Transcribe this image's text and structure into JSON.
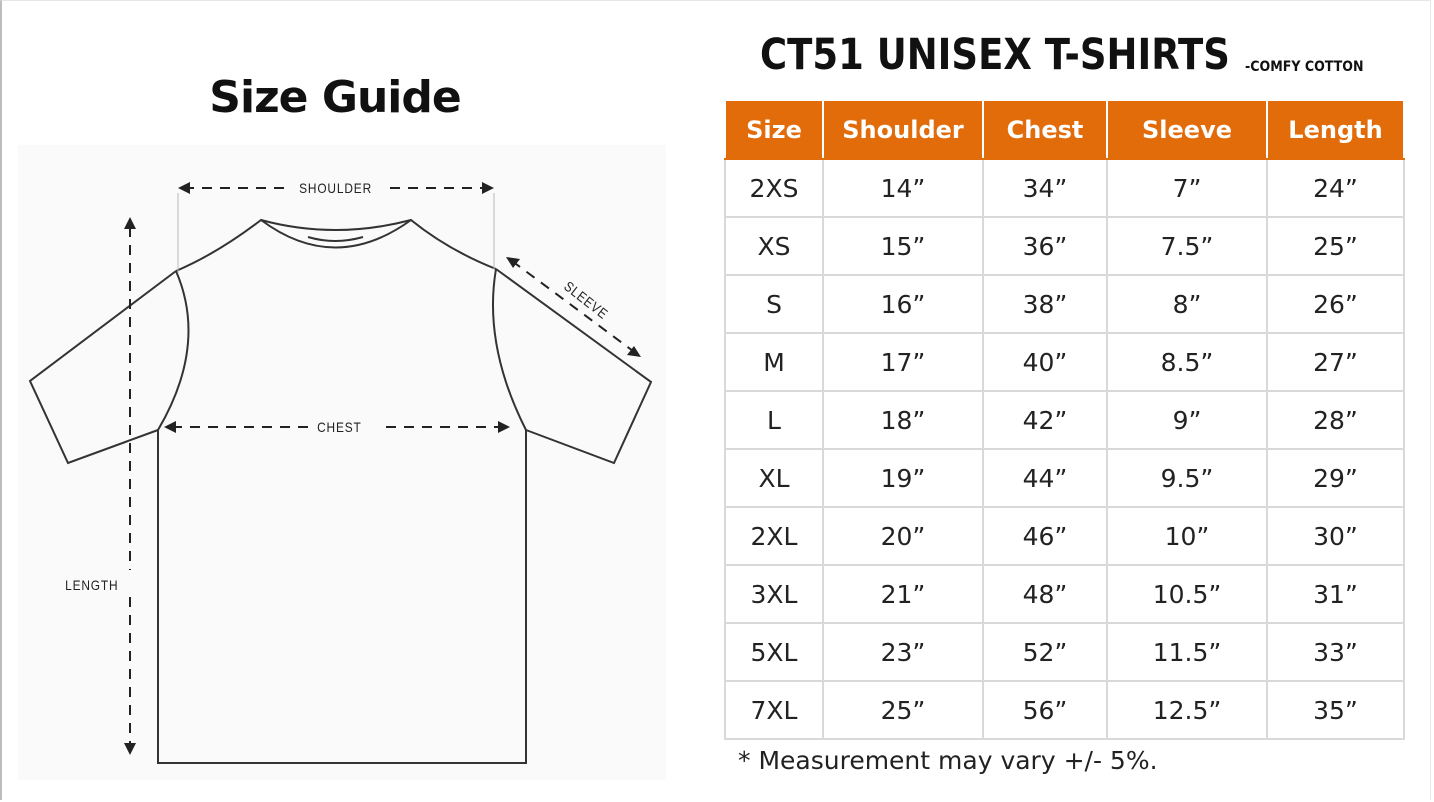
{
  "left": {
    "title": "Size Guide",
    "labels": {
      "shoulder": "SHOULDER",
      "sleeve": "SLEEVE",
      "chest": "CHEST",
      "length": "LENGTH"
    }
  },
  "product": {
    "title": "CT51 UNISEX T-SHIRTS",
    "subtitle": "-COMFY COTTON"
  },
  "table": {
    "headers": [
      "Size",
      "Shoulder",
      "Chest",
      "Sleeve",
      "Length"
    ],
    "rows": [
      [
        "2XS",
        "14”",
        "34”",
        "7”",
        "24”"
      ],
      [
        "XS",
        "15”",
        "36”",
        "7.5”",
        "25”"
      ],
      [
        "S",
        "16”",
        "38”",
        "8”",
        "26”"
      ],
      [
        "M",
        "17”",
        "40”",
        "8.5”",
        "27”"
      ],
      [
        "L",
        "18”",
        "42”",
        "9”",
        "28”"
      ],
      [
        "XL",
        "19”",
        "44”",
        "9.5”",
        "29”"
      ],
      [
        "2XL",
        "20”",
        "46”",
        "10”",
        "30”"
      ],
      [
        "3XL",
        "21”",
        "48”",
        "10.5”",
        "31”"
      ],
      [
        "5XL",
        "23”",
        "52”",
        "11.5”",
        "33”"
      ],
      [
        "7XL",
        "25”",
        "56”",
        "12.5”",
        "35”"
      ]
    ]
  },
  "footnote": "* Measurement may vary +/- 5%.",
  "colors": {
    "header_bg": "#e36c0a",
    "header_text": "#ffffff",
    "grid": "#d9d9d9"
  }
}
